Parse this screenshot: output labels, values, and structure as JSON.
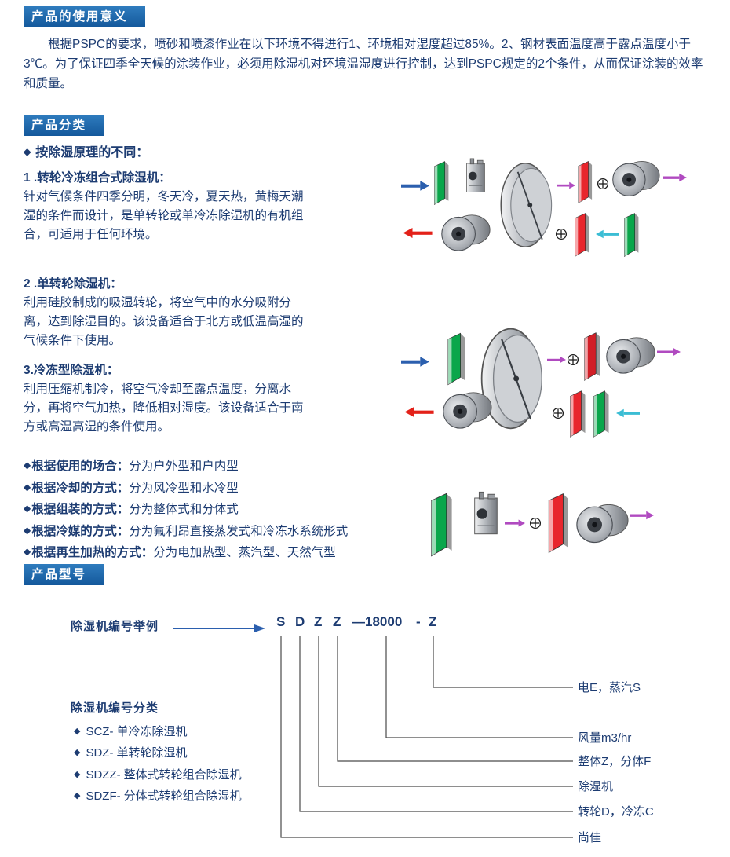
{
  "ui": {
    "bullet": "◆"
  },
  "usage": {
    "title": "产品的使用意义",
    "body": "根据PSPC的要求，喷砂和喷漆作业在以下环境不得进行1、环境相对湿度超过85%。2、钢材表面温度高于露点温度小于3℃。为了保证四季全天候的涂装作业，必须用除湿机对环境温湿度进行控制，达到PSPC规定的2个条件，从而保证涂装的效率和质量。"
  },
  "classification": {
    "title": "产品分类",
    "principle_heading": "按除湿原理的不同：",
    "types": [
      {
        "title": "1 .转轮冷冻组合式除湿机：",
        "body": "针对气候条件四季分明，冬天冷，夏天热，黄梅天潮湿的条件而设计，是单转轮或单冷冻除湿机的有机组合，可适用于任何环境。"
      },
      {
        "title": "2 .单转轮除湿机：",
        "body": "利用硅胶制成的吸湿转轮，将空气中的水分吸附分离，达到除湿目的。该设备适合于北方或低温高湿的气候条件下使用。"
      },
      {
        "title": "3.冷冻型除湿机：",
        "body": "利用压缩机制冷，将空气冷却至露点温度，分离水分，再将空气加热，降低相对湿度。该设备适合于南方或高温高湿的条件使用。"
      }
    ],
    "criteria": [
      {
        "label": "根据使用的场合：",
        "value": "分为户外型和户内型"
      },
      {
        "label": "根据冷却的方式：",
        "value": "分为风冷型和水冷型"
      },
      {
        "label": "根据组装的方式：",
        "value": "分为整体式和分体式"
      },
      {
        "label": "根据冷媒的方式：",
        "value": "分为氟利昂直接蒸发式和冷冻水系统形式"
      },
      {
        "label": "根据再生加热的方式：",
        "value": "分为电加热型、蒸汽型、天然气型"
      }
    ]
  },
  "model": {
    "title": "产品型号",
    "example_label": "除湿机编号举例",
    "code_parts": [
      "S",
      "D",
      "Z",
      "Z",
      "—18000",
      "-",
      "Z"
    ],
    "code_labels": [
      "电E，蒸汽S",
      "风量m3/hr",
      "整体Z，分体F",
      "除湿机",
      "转轮D，冷冻C",
      "尚佳"
    ],
    "legend_title": "除湿机编号分类",
    "legend_items": [
      {
        "code": "SCZ-",
        "desc": "单冷冻除湿机"
      },
      {
        "code": "SDZ-",
        "desc": "单转轮除湿机"
      },
      {
        "code": "SDZZ-",
        "desc": "整体式转轮组合除湿机"
      },
      {
        "code": "SDZF-",
        "desc": "分体式转轮组合除湿机"
      }
    ]
  }
}
